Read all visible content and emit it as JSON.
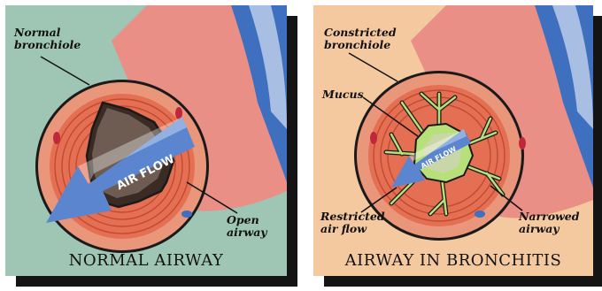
{
  "colors": {
    "left_background": "#9fc5b4",
    "right_background": "#f4c9a0",
    "tube_pink": "#e98f86",
    "tube_blue": "#3f6fbf",
    "wall_tissue": "#e77f64",
    "mucus": "#b8e07a",
    "flow_arrow": "#5b86cf",
    "shadow": "#141414"
  },
  "left_panel": {
    "label_normal_bronchiole": "Normal\nbronchiole",
    "label_open_airway": "Open\nairway",
    "arrow_text": "AIR FLOW",
    "caption": "NORMAL AIRWAY"
  },
  "right_panel": {
    "label_constricted_bronchiole": "Constricted\nbronchiole",
    "label_mucus": "Mucus",
    "label_restricted_air_flow": "Restricted\nair flow",
    "label_narrowed_airway": "Narrowed\nairway",
    "arrow_text": "AIR FLOW",
    "caption": "AIRWAY IN BRONCHITIS"
  }
}
